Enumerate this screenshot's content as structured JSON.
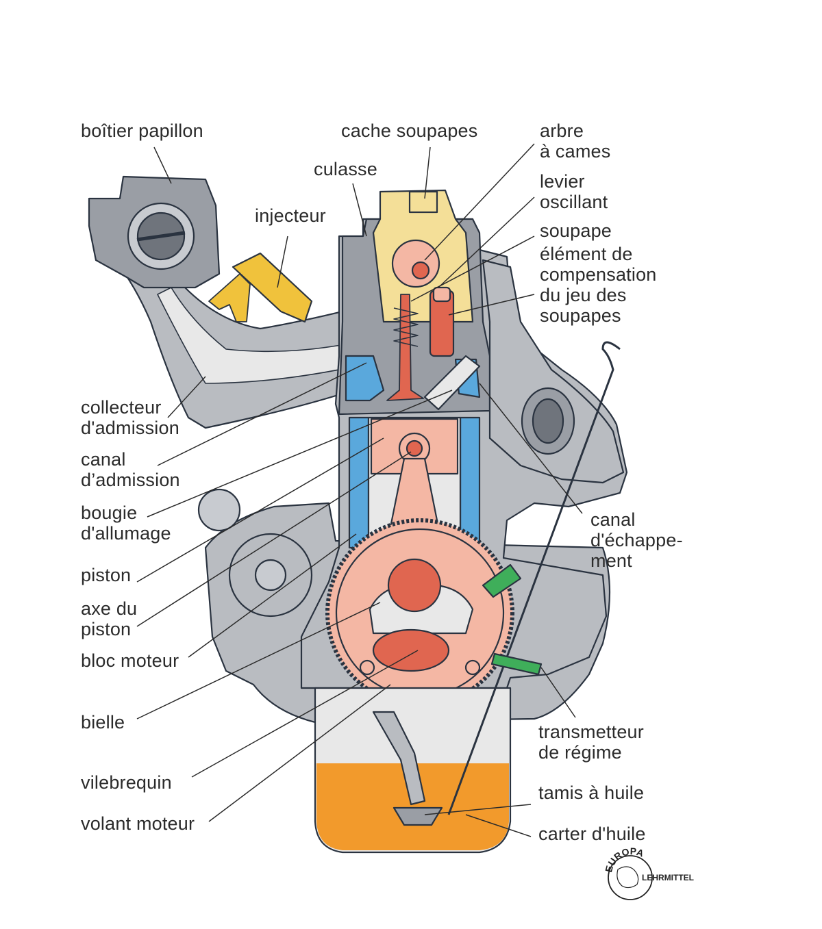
{
  "labels": {
    "boitier_papillon": "boîtier papillon",
    "cache_soupapes": "cache soupapes",
    "arbre_a_cames": "arbre\nà cames",
    "culasse": "culasse",
    "levier_oscillant": "levier\noscillant",
    "injecteur": "injecteur",
    "soupape": "soupape",
    "element_compensation": "élément de\ncompensation\ndu jeu des\nsoupapes",
    "collecteur_admission": "collecteur\nd'admission",
    "canal_admission": "canal\nd’admission",
    "bougie_allumage": "bougie\nd'allumage",
    "piston": "piston",
    "axe_du_piston": "axe du\npiston",
    "bloc_moteur": "bloc moteur",
    "bielle": "bielle",
    "vilebrequin": "vilebrequin",
    "volant_moteur": "volant moteur",
    "canal_echappement": "canal\nd'échappe-\nment",
    "transmetteur_regime": "transmetteur\nde régime",
    "tamis_a_huile": "tamis à huile",
    "carter_huile": "carter d'huile"
  },
  "logo": {
    "arc_text": "EUROPA",
    "side_text": "LEHRMITTEL"
  },
  "colors": {
    "engine_gray": "#b9bcc1",
    "engine_dark_gray": "#9a9ea5",
    "inner_gray": "#e8e8e8",
    "cover_yellow": "#f4df98",
    "coolant_blue": "#5aa8dc",
    "salmon": "#f4b7a4",
    "red_part": "#e06650",
    "oil_orange": "#f29a2c",
    "sensor_green": "#3fae5a",
    "injector_yellow": "#f0c23c",
    "outline": "#2a3340"
  }
}
